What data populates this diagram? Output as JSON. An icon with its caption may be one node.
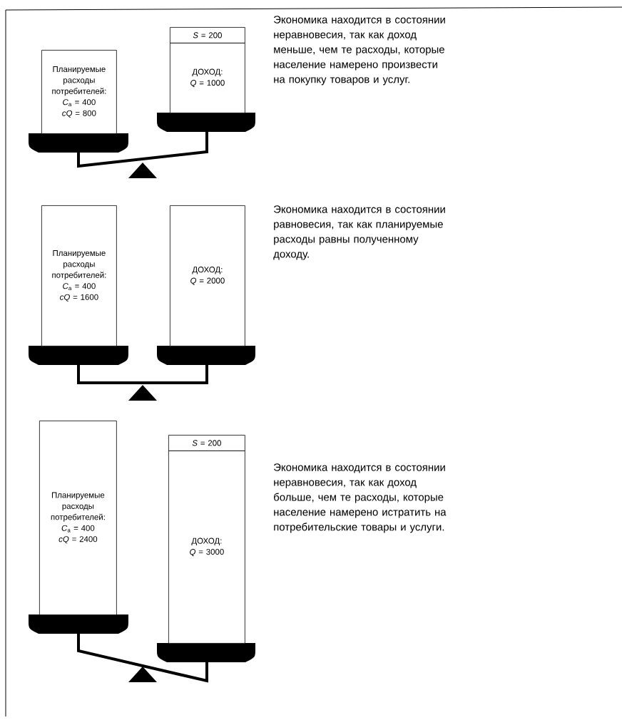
{
  "diagram": {
    "nodes": [
      {
        "text": [
          "Планируемые расходы потребителей:",
          "*C*$_{a}$ = 400",
          "*cQ* = 800"
        ]
      },
      {
        "text": [
          "*S* = 200"
        ]
      },
      {
        "text": [
          "ДОХОД:",
          "*Q* = 1000"
        ]
      },
      {
        "text": [
          "Планируемые расходы потребителей:",
          "*C*$_{a}$ = 400",
          "*cQ* = 1600"
        ]
      },
      {
        "text": [
          "ДОХОД:",
          "*Q* = 2000"
        ]
      },
      {
        "text": [
          "Планируемые расходы потребителей:",
          "*C*$_{a}$ = 400",
          "*cQ* = 2400"
        ]
      },
      {
        "text": [
          "*S* = 200"
        ]
      },
      {
        "text": [
          "ДОХОД:",
          "*Q* = 3000"
        ]
      }
    ],
    "labels": [
      "Экономика находится в состоянии неравновесия, так как доход меньше, чем те расходы, которые население намерено произвести на покупку товаров и услуг.",
      "Экономика находится в состоянии равновесия, так как планируемые расходы равны полученному доходу.",
      "Экономика находится в состоянии неравновесия, так как доход больше, чем те расходы, которые население намерено истратить на потребительские товары и услуги."
    ]
  }
}
